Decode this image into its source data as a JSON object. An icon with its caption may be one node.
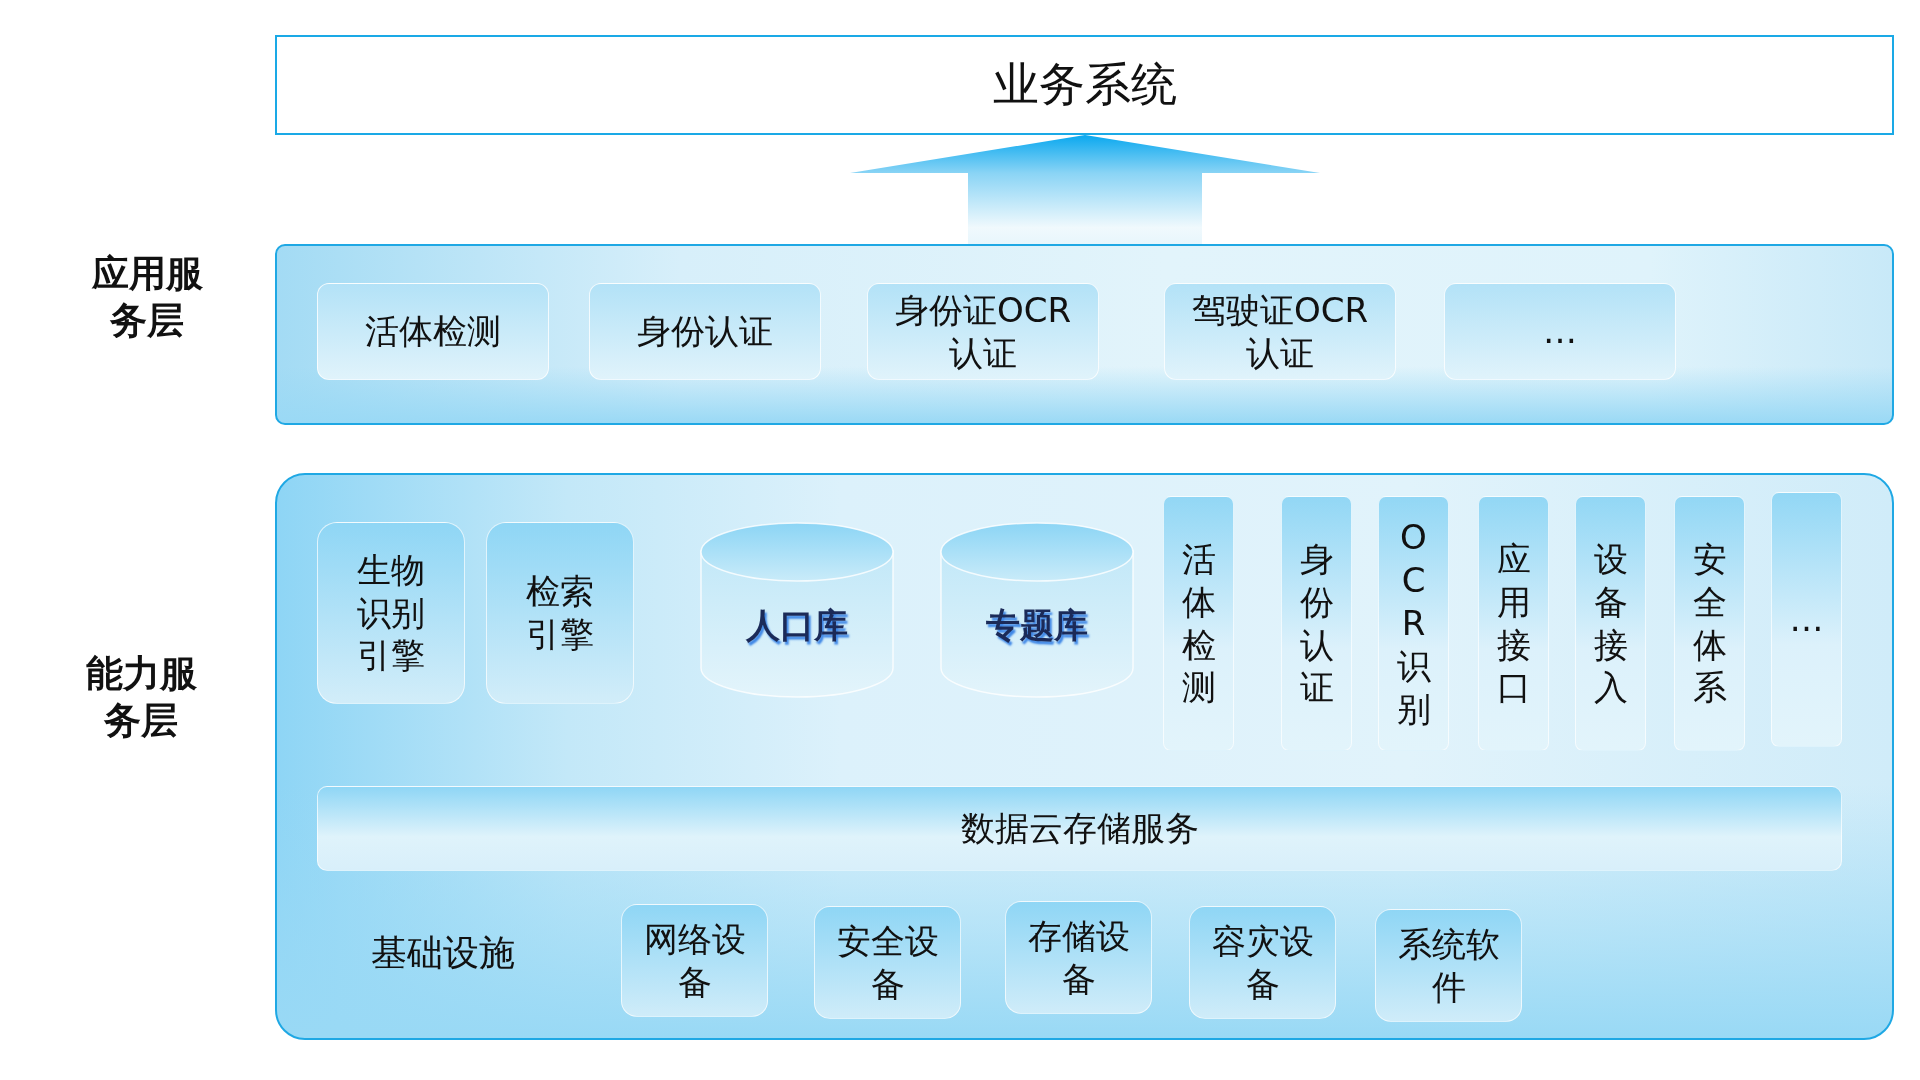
{
  "diagram": {
    "nodes": [
      {
        "text": [
          "业务系统"
        ]
      },
      {
        "text": [
          "应用服务层"
        ]
      },
      {
        "text": [
          "活体检测"
        ],
        "in": 1
      },
      {
        "text": [
          "身份认证"
        ],
        "in": 1
      },
      {
        "text": [
          "身份证OCR认证"
        ],
        "in": 1
      },
      {
        "text": [
          "驾驶证OCR认证"
        ],
        "in": 1
      },
      {
        "text": [
          "…"
        ],
        "in": 1
      },
      {
        "text": [
          "能力服务层"
        ]
      },
      {
        "text": [
          "生物识别引擎"
        ],
        "in": 7
      },
      {
        "text": [
          "检索引擎"
        ],
        "in": 7
      },
      {
        "text": [
          "人口库"
        ],
        "in": 7
      },
      {
        "text": [
          "专题库"
        ],
        "in": 7
      },
      {
        "text": [
          "活体检测"
        ],
        "in": 7
      },
      {
        "text": [
          "身份认证"
        ],
        "in": 7
      },
      {
        "text": [
          "OCR识别"
        ],
        "in": 7
      },
      {
        "text": [
          "应用接口"
        ],
        "in": 7
      },
      {
        "text": [
          "设备接入"
        ],
        "in": 7
      },
      {
        "text": [
          "安全体系"
        ],
        "in": 7
      },
      {
        "text": [
          "…"
        ],
        "in": 7
      },
      {
        "text": [
          "数据云存储服务"
        ],
        "in": 7
      },
      {
        "text": [
          "网络设备"
        ],
        "in": 7
      },
      {
        "text": [
          "安全设备"
        ],
        "in": 7
      },
      {
        "text": [
          "存储设备"
        ],
        "in": 7
      },
      {
        "text": [
          "容灾设备"
        ],
        "in": 7
      },
      {
        "text": [
          "系统软件"
        ],
        "in": 7
      }
    ],
    "edges": [
      {
        "from": 1,
        "to": 0,
        "arrow": "to"
      }
    ],
    "labels": [
      "基础设施"
    ]
  }
}
